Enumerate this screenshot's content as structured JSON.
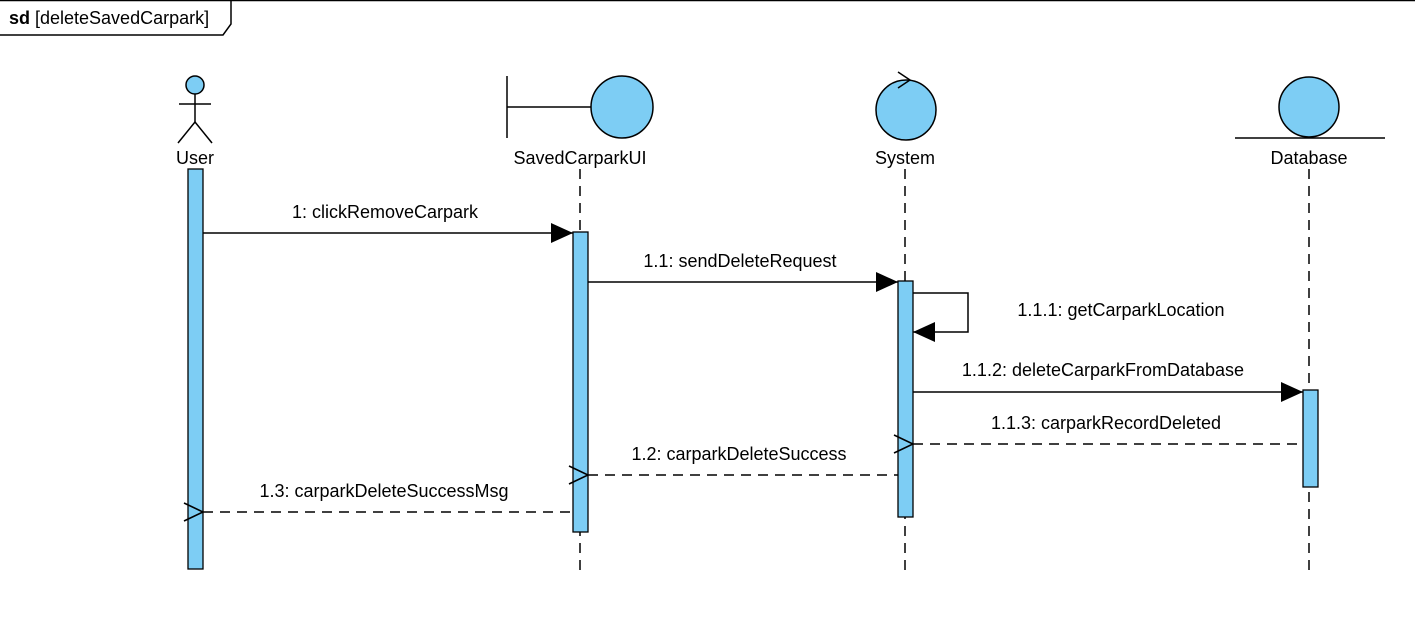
{
  "frame": {
    "keyword": "sd",
    "name": "[deleteSavedCarpark]"
  },
  "colors": {
    "fill": "#7dcdf4",
    "stroke": "#000000",
    "background": "#ffffff"
  },
  "lifelines": [
    {
      "id": "user",
      "label": "User",
      "kind": "actor"
    },
    {
      "id": "ui",
      "label": "SavedCarparkUI",
      "kind": "boundary"
    },
    {
      "id": "system",
      "label": "System",
      "kind": "control"
    },
    {
      "id": "db",
      "label": "Database",
      "kind": "entity"
    }
  ],
  "messages": [
    {
      "id": "m1",
      "label": "1: clickRemoveCarpark",
      "from": "user",
      "to": "ui",
      "type": "sync"
    },
    {
      "id": "m1_1",
      "label": "1.1: sendDeleteRequest",
      "from": "ui",
      "to": "system",
      "type": "sync"
    },
    {
      "id": "m1_1_1",
      "label": "1.1.1: getCarparkLocation",
      "from": "system",
      "to": "system",
      "type": "self"
    },
    {
      "id": "m1_1_2",
      "label": "1.1.2: deleteCarparkFromDatabase",
      "from": "system",
      "to": "db",
      "type": "sync"
    },
    {
      "id": "m1_1_3",
      "label": "1.1.3: carparkRecordDeleted",
      "from": "db",
      "to": "system",
      "type": "reply"
    },
    {
      "id": "m1_2",
      "label": "1.2: carparkDeleteSuccess",
      "from": "system",
      "to": "ui",
      "type": "reply"
    },
    {
      "id": "m1_3",
      "label": "1.3: carparkDeleteSuccessMsg",
      "from": "ui",
      "to": "user",
      "type": "reply"
    }
  ]
}
